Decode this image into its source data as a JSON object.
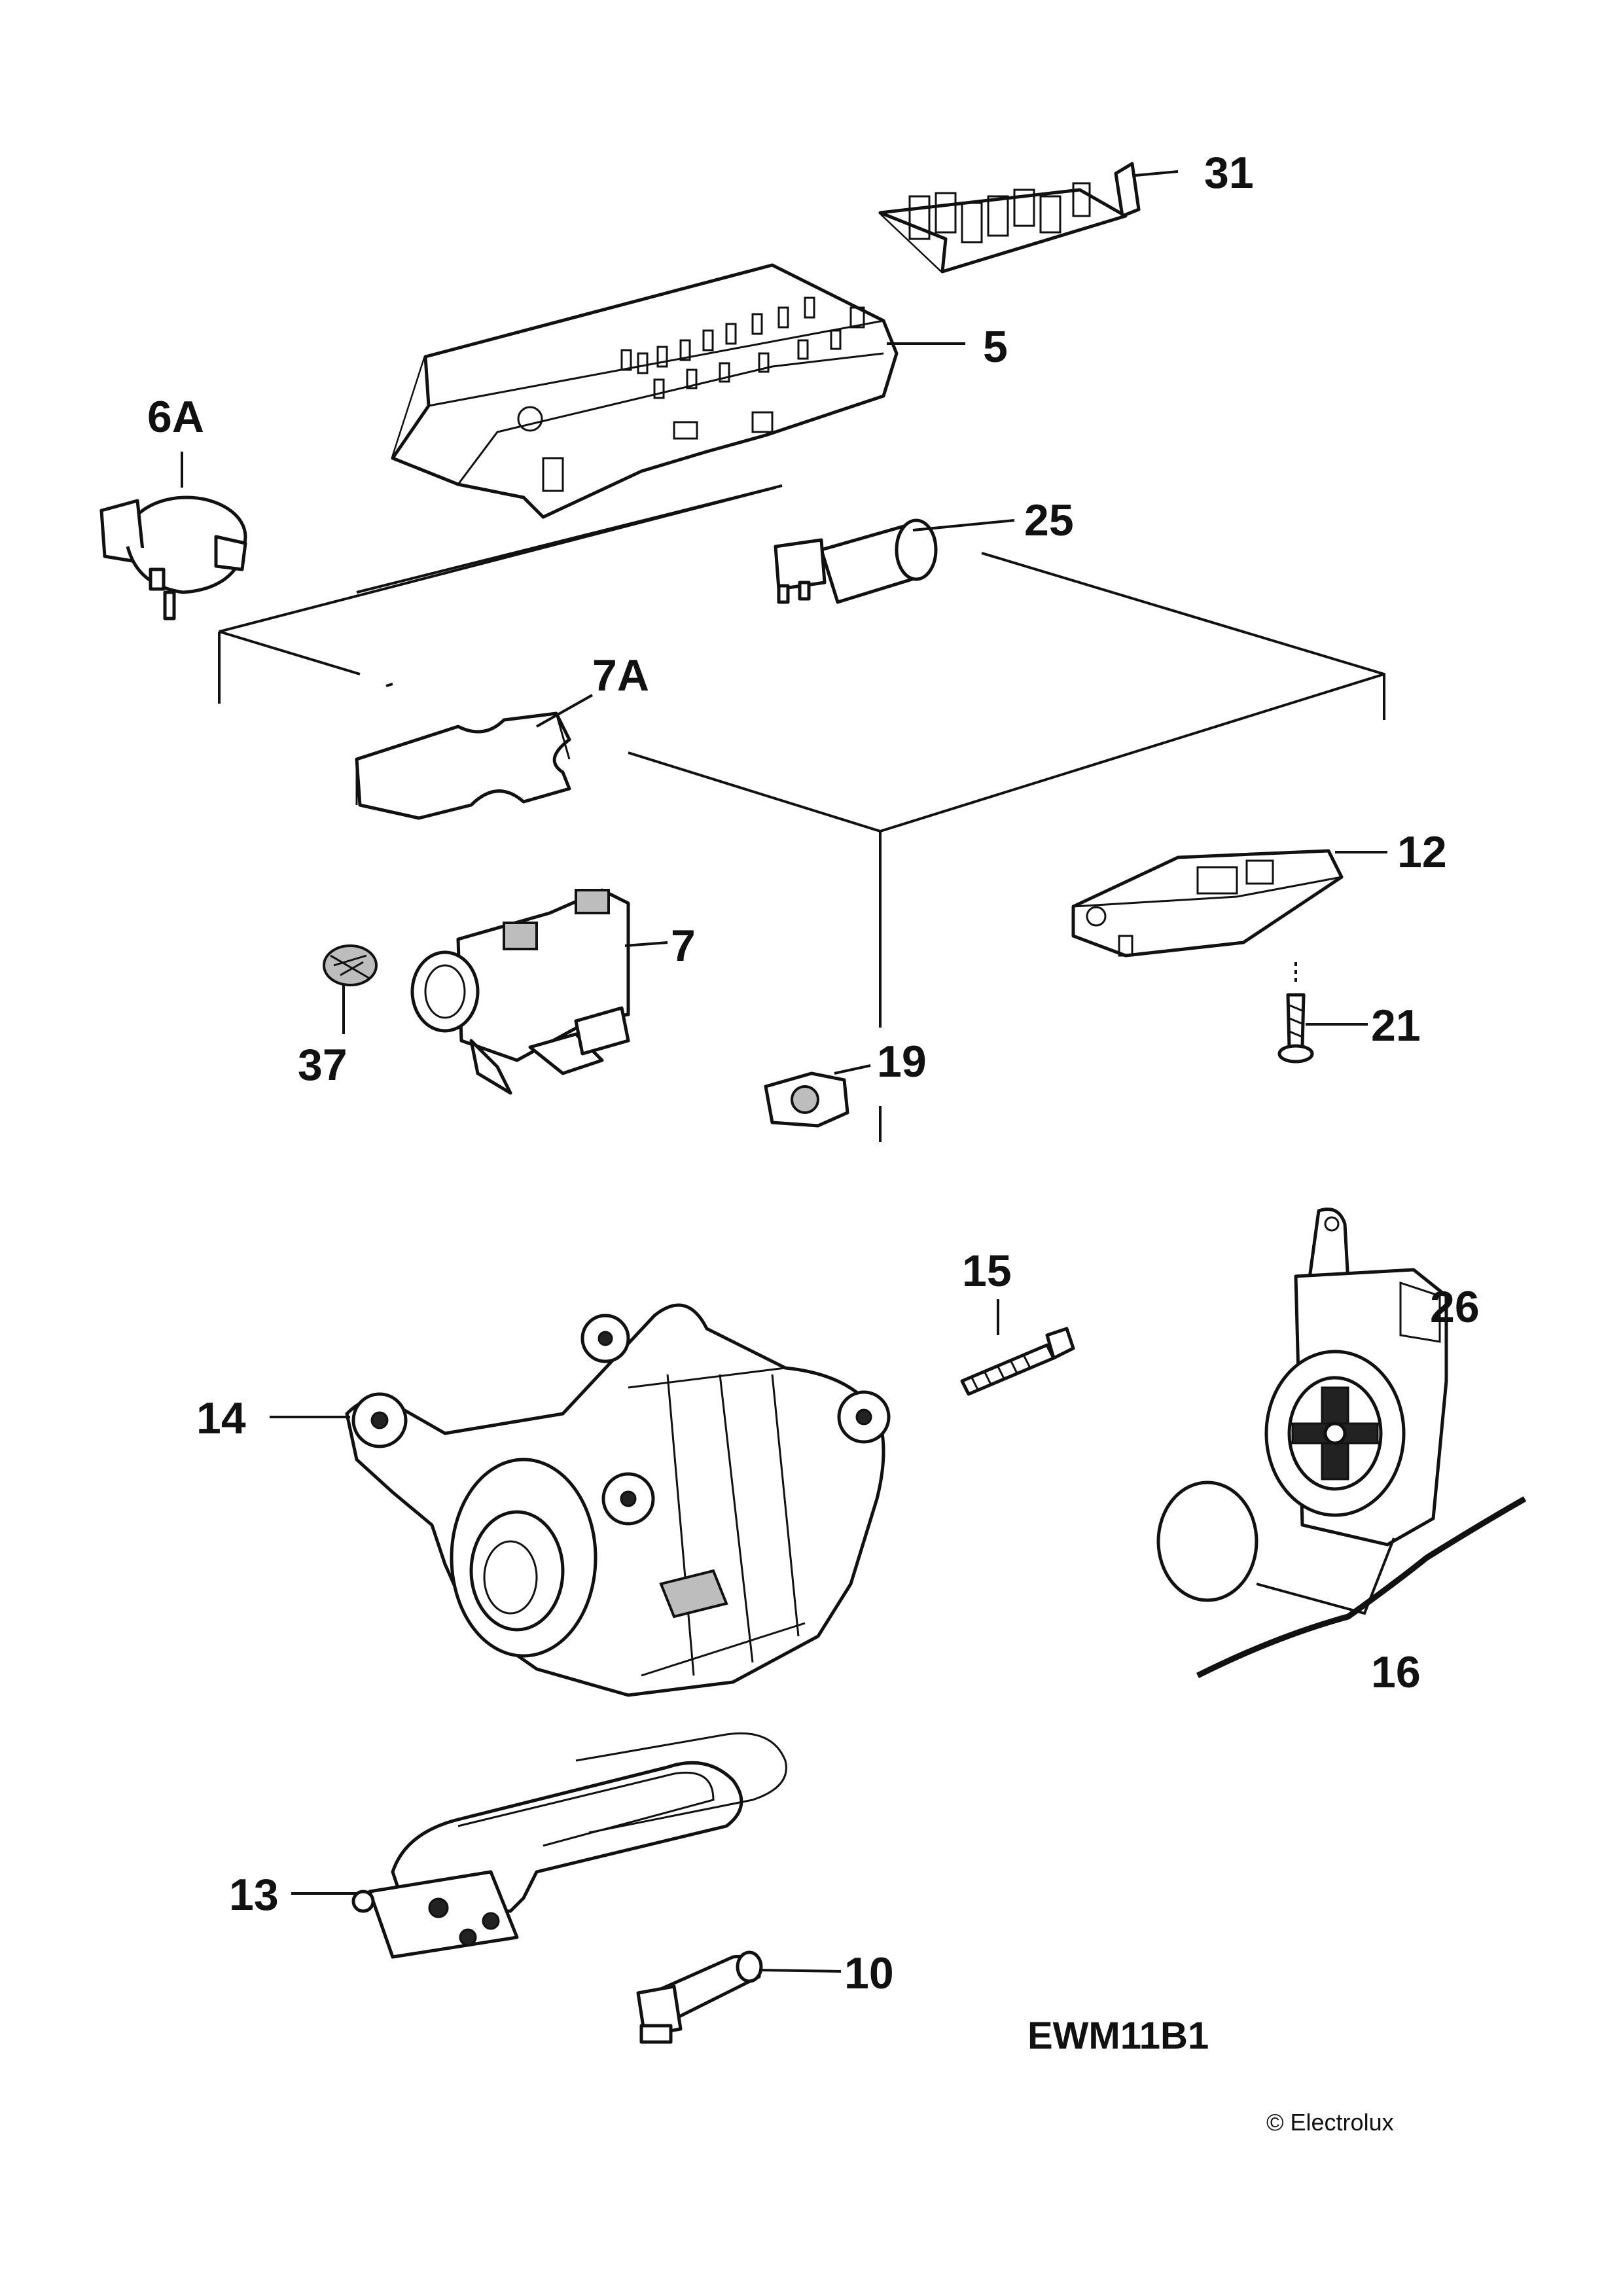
{
  "parts": [
    {
      "id": "31",
      "name": "part-31"
    },
    {
      "id": "5",
      "name": "part-5"
    },
    {
      "id": "6A",
      "name": "part-6a"
    },
    {
      "id": "25",
      "name": "part-25"
    },
    {
      "id": "7A",
      "name": "part-7a"
    },
    {
      "id": "12",
      "name": "part-12"
    },
    {
      "id": "7",
      "name": "part-7"
    },
    {
      "id": "21",
      "name": "part-21"
    },
    {
      "id": "37",
      "name": "part-37"
    },
    {
      "id": "19",
      "name": "part-19"
    },
    {
      "id": "15",
      "name": "part-15"
    },
    {
      "id": "26",
      "name": "part-26"
    },
    {
      "id": "14",
      "name": "part-14"
    },
    {
      "id": "16",
      "name": "part-16"
    },
    {
      "id": "13",
      "name": "part-13"
    },
    {
      "id": "10",
      "name": "part-10"
    }
  ],
  "model_code": "EWM11B1",
  "copyright": "© Electrolux"
}
